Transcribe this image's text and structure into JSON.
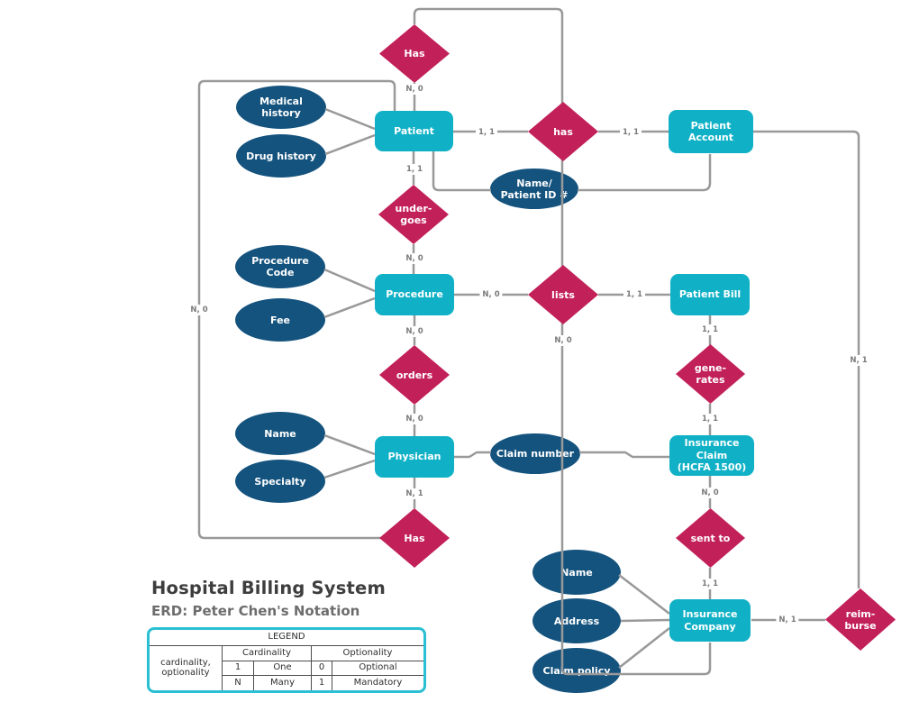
{
  "title": {
    "heading": "Hospital Billing System",
    "subheading": "ERD: Peter Chen's Notation"
  },
  "colors": {
    "entity-fill": "#10B1C6",
    "relationship-fill": "#C22058",
    "attribute-fill": "#14537E",
    "connector": "#999999",
    "cardinality-text": "#7A7A7A",
    "legend-border": "#2BBFD3",
    "title-text": "#3E3E3E",
    "subtitle-text": "#6D6D6D"
  },
  "diagram": {
    "entities": [
      {
        "label": "Patient"
      },
      {
        "label": "Patient\nAccount"
      },
      {
        "label": "Procedure"
      },
      {
        "label": "Patient Bill"
      },
      {
        "label": "Physician"
      },
      {
        "label": "Insurance Claim\n(HCFA 1500)"
      },
      {
        "label": "Insurance\nCompany"
      }
    ],
    "relationships": [
      {
        "label": "Has"
      },
      {
        "label": "has"
      },
      {
        "label": "under-\ngoes"
      },
      {
        "label": "lists"
      },
      {
        "label": "orders"
      },
      {
        "label": "gene-\nrates"
      },
      {
        "label": "Has"
      },
      {
        "label": "sent to"
      },
      {
        "label": "reim-\nburse"
      }
    ],
    "attributes": [
      {
        "label": "Medical\nhistory"
      },
      {
        "label": "Drug history"
      },
      {
        "label": "Name/\nPatient ID #"
      },
      {
        "label": "Procedure\nCode"
      },
      {
        "label": "Fee"
      },
      {
        "label": "Name"
      },
      {
        "label": "Specialty"
      },
      {
        "label": "Claim number"
      },
      {
        "label": "Name"
      },
      {
        "label": "Address"
      },
      {
        "label": "Claim policy"
      }
    ],
    "cardinalities": [
      {
        "text": "N, 0"
      },
      {
        "text": "1, 1"
      },
      {
        "text": "1, 1"
      },
      {
        "text": "1, 1"
      },
      {
        "text": "N, 0"
      },
      {
        "text": "N, 0"
      },
      {
        "text": "1, 1"
      },
      {
        "text": "N, 0"
      },
      {
        "text": "N, 0"
      },
      {
        "text": "1, 1"
      },
      {
        "text": "N, 0"
      },
      {
        "text": "1, 1"
      },
      {
        "text": "N, 1"
      },
      {
        "text": "N, 0"
      },
      {
        "text": "1, 1"
      },
      {
        "text": "N, 1"
      },
      {
        "text": "N, 1"
      },
      {
        "text": "N, 0"
      }
    ]
  },
  "legend": {
    "title": "LEGEND",
    "note": "cardinality,\noptionality",
    "cardinality": {
      "header": "Cardinality",
      "rows": [
        {
          "symbol": "1",
          "meaning": "One"
        },
        {
          "symbol": "N",
          "meaning": "Many"
        }
      ]
    },
    "optionality": {
      "header": "Optionality",
      "rows": [
        {
          "symbol": "0",
          "meaning": "Optional"
        },
        {
          "symbol": "1",
          "meaning": "Mandatory"
        }
      ]
    }
  }
}
